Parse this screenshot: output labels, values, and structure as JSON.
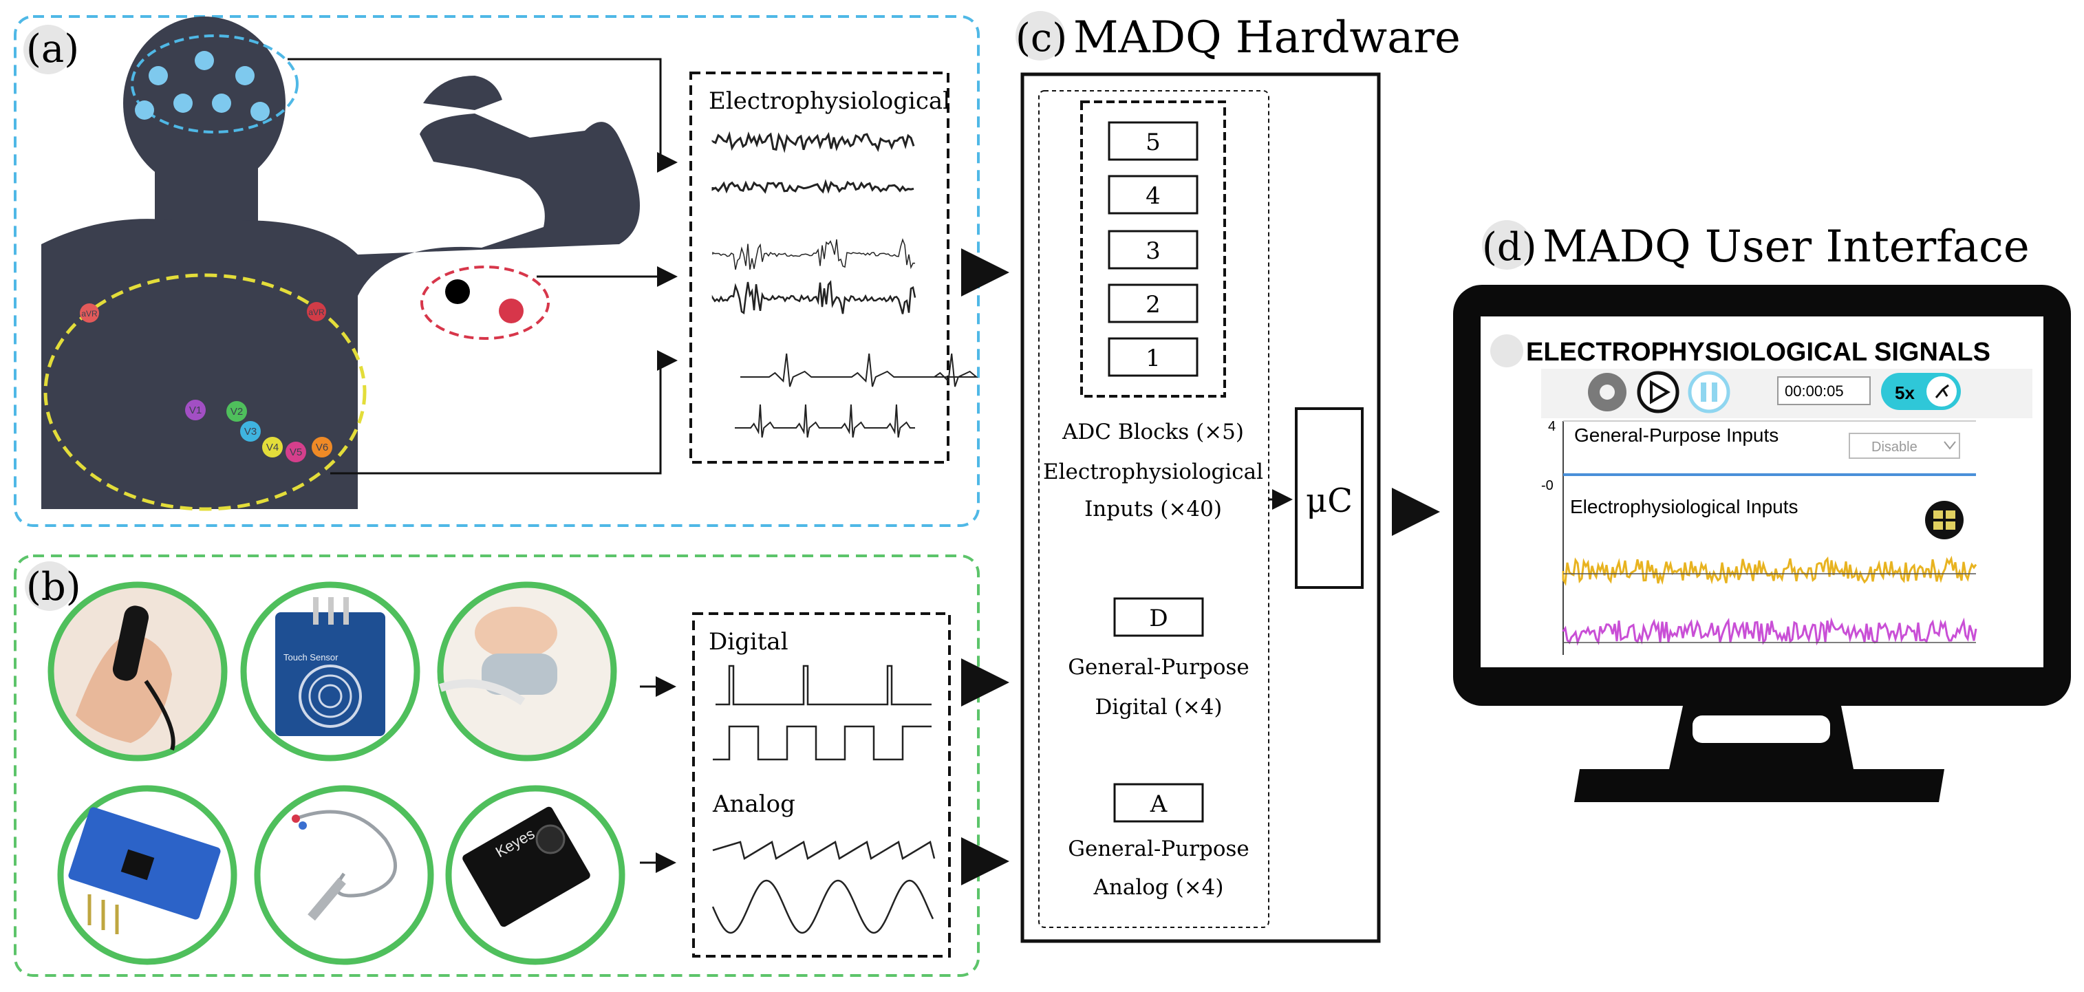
{
  "panel_a": {
    "label": "(a)",
    "signals_box_title": "Electrophysiological",
    "electrodes_shoulder": [
      "aVR",
      "aVR"
    ],
    "electrodes_chest": [
      "V1",
      "V2",
      "V3",
      "V4",
      "V5",
      "V6"
    ]
  },
  "panel_b": {
    "label": "(b)",
    "digital_label": "Digital",
    "analog_label": "Analog",
    "touch_sensor_text": "Touch Sensor",
    "keyes_text": "Keyes"
  },
  "panel_c": {
    "label": "(c)",
    "title": "MADQ Hardware",
    "adc_block_numbers": [
      "5",
      "4",
      "3",
      "2",
      "1"
    ],
    "adc_caption": [
      "ADC Blocks (×5)",
      "Electrophysiological",
      "Inputs (×40)"
    ],
    "digital_block": "D",
    "digital_caption": [
      "General-Purpose",
      "Digital (×4)"
    ],
    "analog_block": "A",
    "analog_caption": [
      "General-Purpose",
      "Analog (×4)"
    ],
    "mcu_label": "μC"
  },
  "panel_d": {
    "label": "(d)",
    "title": "MADQ User Interface",
    "screen_title": "ELECTROPHYSIOLOGICAL SIGNALS",
    "timer": "00:00:05",
    "speed": "5x",
    "gp_inputs_label": "General-Purpose Inputs",
    "gp_y_max": "4",
    "gp_y_min": "-0",
    "disable_option": "Disable",
    "ep_inputs_label": "Electrophysiological Inputs"
  },
  "colors": {
    "panel_a_border": "#4fb8e6",
    "panel_b_border": "#5cc46a",
    "body_silhouette": "#3b3f4e",
    "brain_dots": "#7ec9ee",
    "ecg_region": "#e3dd3a",
    "emg_region": "#d7364a",
    "sensor_circle": "#4fbf5c",
    "trace_yellow": "#e8b320",
    "trace_magenta": "#c94fd6",
    "toggle_cyan": "#2fc7d8"
  }
}
